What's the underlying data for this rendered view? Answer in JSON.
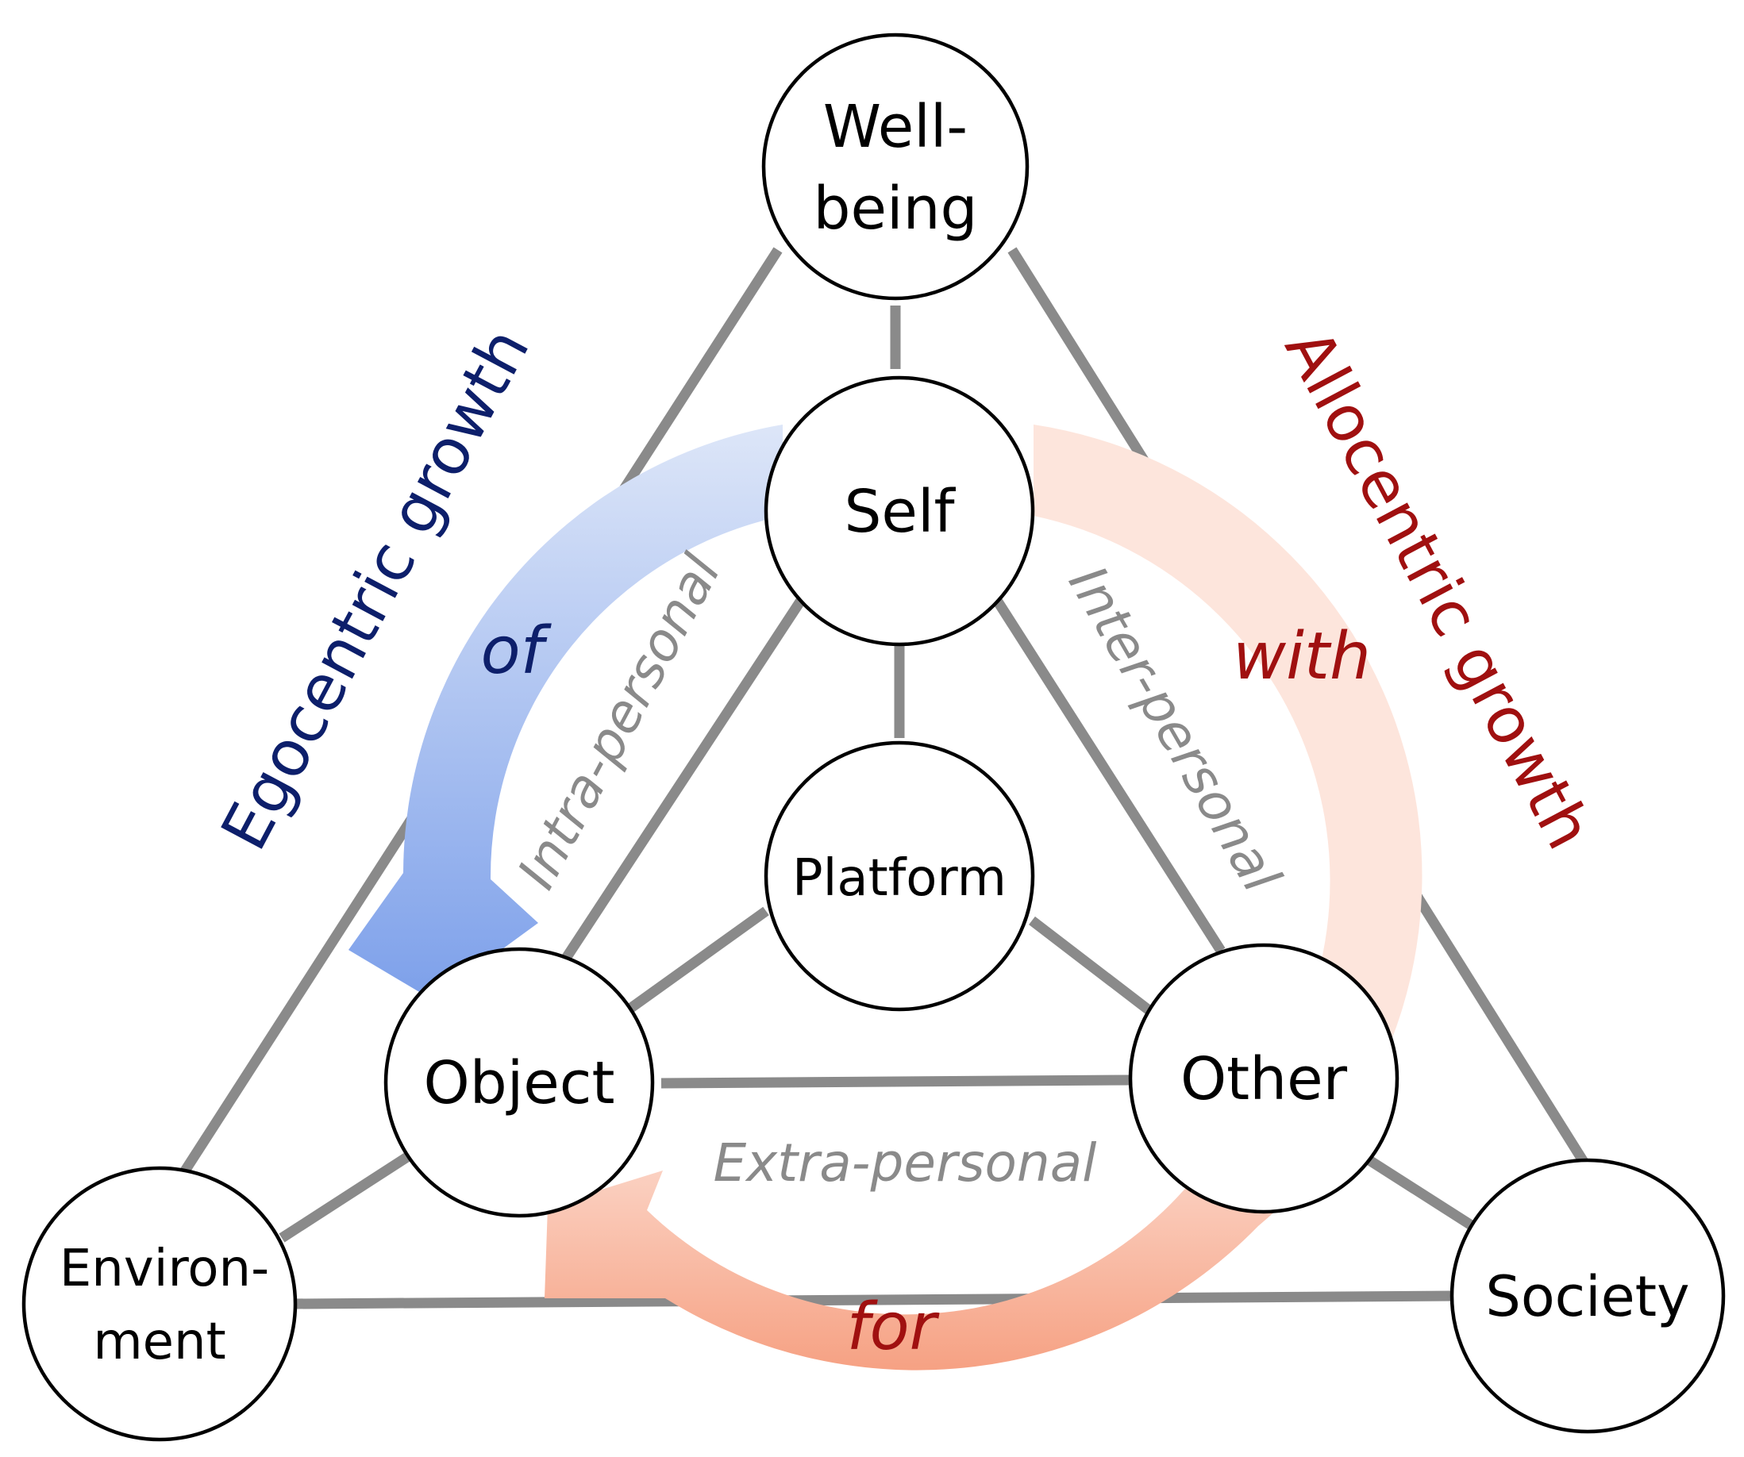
{
  "colors": {
    "edge": "#8a8a8a",
    "node_stroke": "#000000",
    "egocentric_dark": "#0d1f6b",
    "allocentric_dark": "#a01010",
    "arrow_blue_light": "#dde6f8",
    "arrow_blue_dark": "#7da0ea",
    "arrow_orange_light": "#fde5dc",
    "arrow_orange_dark": "#f6a183"
  },
  "nodes": {
    "wellbeing": [
      "Well-",
      "being"
    ],
    "self": "Self",
    "platform": "Platform",
    "object": "Object",
    "other": "Other",
    "environment": [
      "Environ-",
      "ment"
    ],
    "society": "Society"
  },
  "relations": {
    "intra": "Intra-personal",
    "inter": "Inter-personal",
    "extra": "Extra-personal"
  },
  "growth": {
    "ego": "Egocentric growth",
    "allo": "Allocentric growth"
  },
  "prepositions": {
    "of": "of",
    "with": "with",
    "for": "for"
  }
}
